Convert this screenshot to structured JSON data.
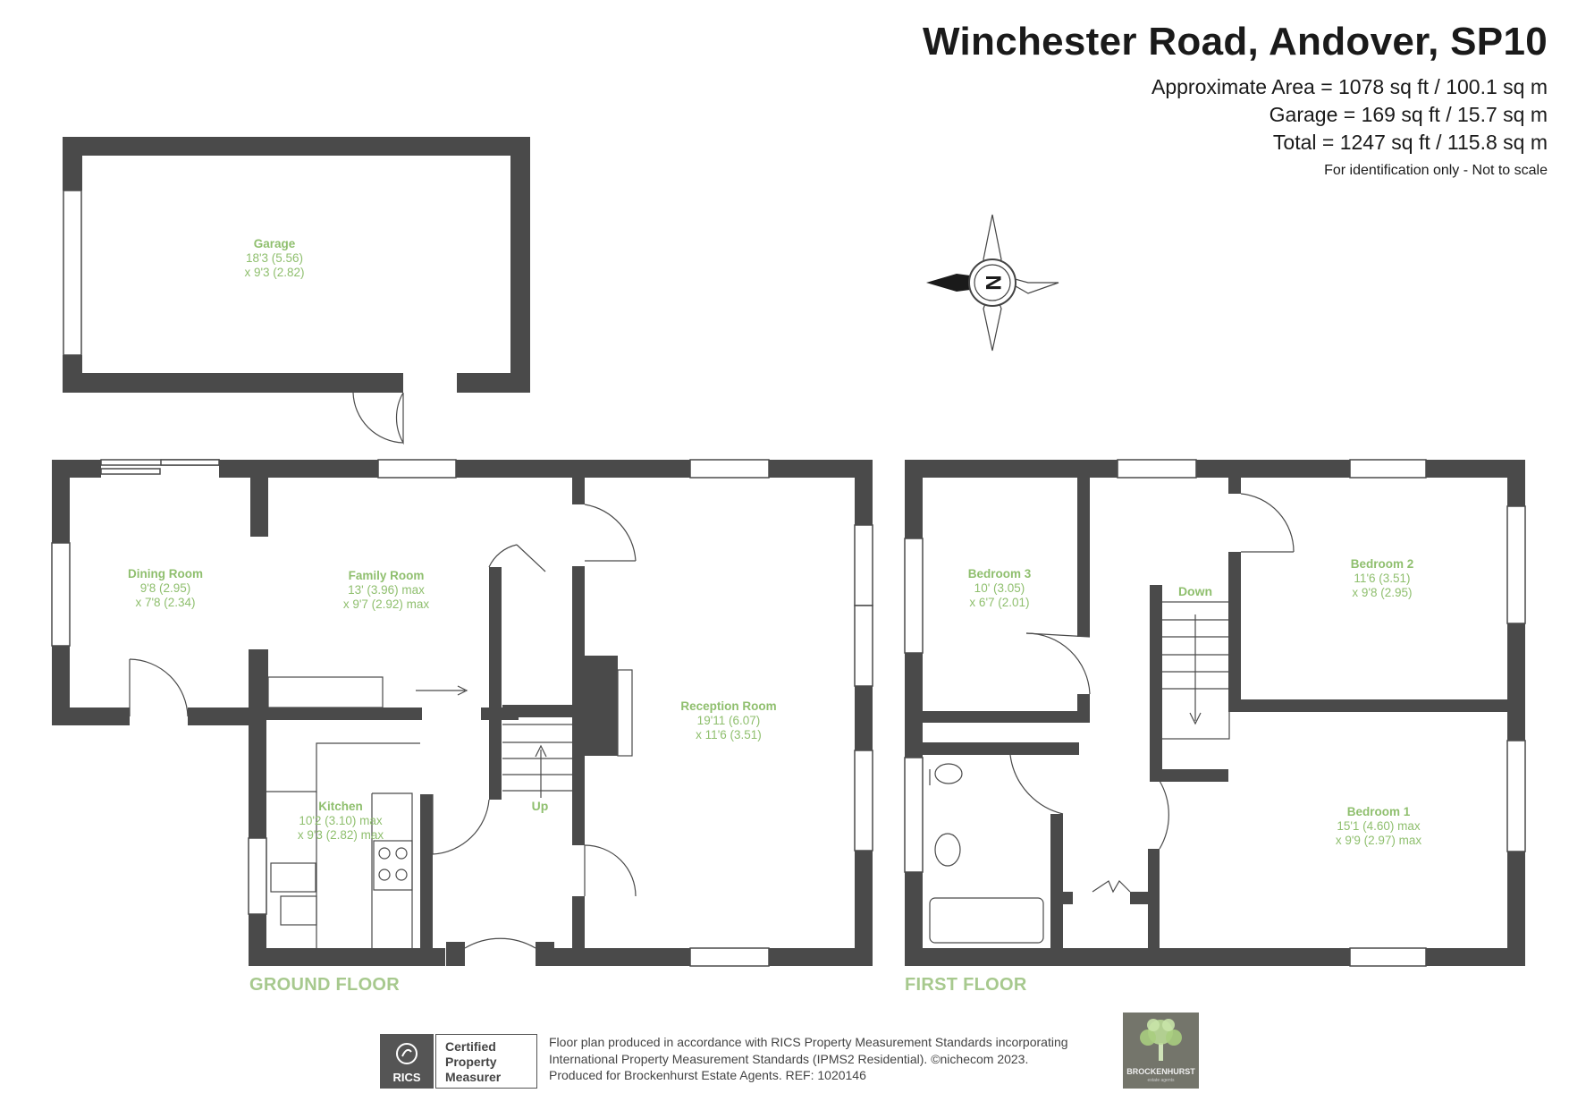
{
  "header": {
    "title": "Winchester Road, Andover, SP10",
    "area_line": "Approximate Area = 1078 sq ft / 100.1 sq m",
    "garage_line": "Garage = 169 sq ft / 15.7 sq m",
    "total_line": "Total = 1247 sq ft / 115.8 sq m",
    "identification": "For identification only - Not to scale"
  },
  "compass": {
    "letter": "N"
  },
  "ground_floor": {
    "label": "GROUND FLOOR",
    "rooms": {
      "garage": {
        "name": "Garage",
        "dim1": "18'3 (5.56)",
        "dim2": "x 9'3 (2.82)"
      },
      "dining": {
        "name": "Dining Room",
        "dim1": "9'8 (2.95)",
        "dim2": "x 7'8 (2.34)"
      },
      "family": {
        "name": "Family Room",
        "dim1": "13' (3.96) max",
        "dim2": "x 9'7 (2.92) max"
      },
      "reception": {
        "name": "Reception Room",
        "dim1": "19'11 (6.07)",
        "dim2": "x 11'6 (3.51)"
      },
      "kitchen": {
        "name": "Kitchen",
        "dim1": "10'2 (3.10) max",
        "dim2": "x 9'3 (2.82) max"
      }
    },
    "stairs_label": "Up"
  },
  "first_floor": {
    "label": "FIRST FLOOR",
    "rooms": {
      "bedroom3": {
        "name": "Bedroom 3",
        "dim1": "10' (3.05)",
        "dim2": "x 6'7 (2.01)"
      },
      "bedroom2": {
        "name": "Bedroom 2",
        "dim1": "11'6 (3.51)",
        "dim2": "x 9'8 (2.95)"
      },
      "bedroom1": {
        "name": "Bedroom 1",
        "dim1": "15'1 (4.60) max",
        "dim2": "x 9'9 (2.97) max"
      }
    },
    "stairs_label": "Down"
  },
  "footer": {
    "rics_name": "RICS",
    "cert_line1": "Certified",
    "cert_line2": "Property",
    "cert_line3": "Measurer",
    "text_line1": "Floor plan produced in accordance with RICS Property Measurement Standards incorporating",
    "text_line2": "International Property Measurement Standards (IPMS2 Residential).   ©nichecom 2023.",
    "text_line3": "Produced for Brockenhurst Estate Agents.   REF: 1020146",
    "logo_name": "BROCKENHURST",
    "logo_sub": "estate agents"
  },
  "colors": {
    "wall": "#4a4a4a",
    "label": "#8fbf6e",
    "floor_label": "#a7c98e"
  }
}
